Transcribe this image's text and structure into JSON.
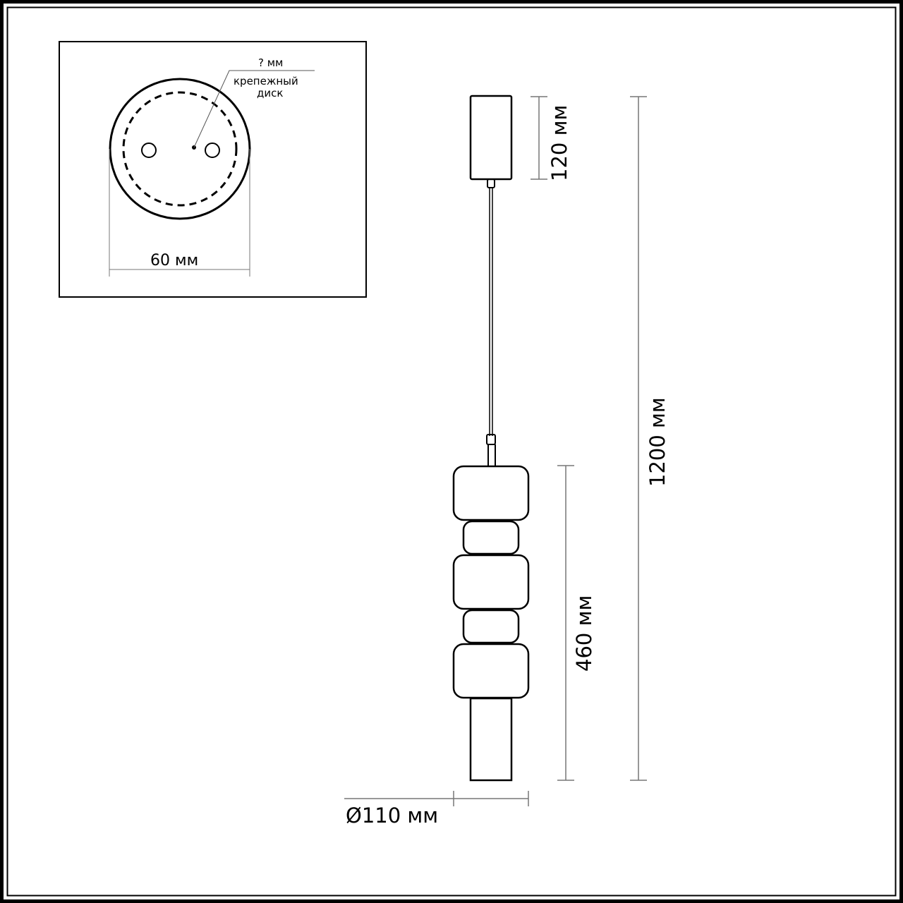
{
  "diagram": {
    "type": "technical-dimension-drawing",
    "subject": "pendant lamp",
    "inset": {
      "mount_label_top": "? мм",
      "mount_label_line1": "крепежный",
      "mount_label_line2": "диск",
      "width_label": "60 мм"
    },
    "dimensions": {
      "canopy_height": "120 мм",
      "total_height": "1200 мм",
      "shade_height": "460 мм",
      "diameter": "Ø110 мм"
    },
    "colors": {
      "outline": "#000000",
      "dimension_line": "#777777",
      "background": "#ffffff"
    }
  }
}
